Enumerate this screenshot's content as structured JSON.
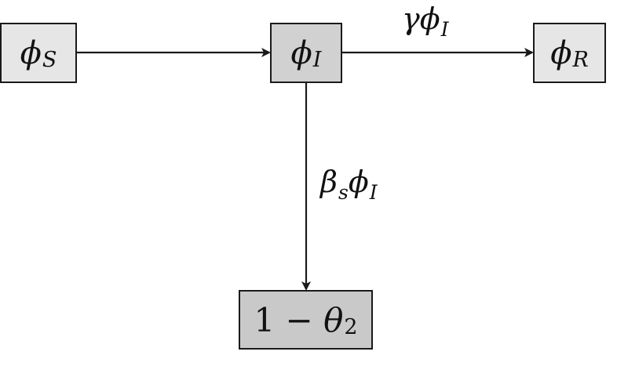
{
  "nodes": {
    "phi_s": {
      "symbol": "ϕ",
      "sub": "S"
    },
    "phi_i": {
      "symbol": "ϕ",
      "sub": "I"
    },
    "phi_r": {
      "symbol": "ϕ",
      "sub": "R"
    },
    "theta": {
      "lead": "1 − ",
      "symbol": "θ",
      "sub": "2"
    }
  },
  "edges": {
    "i_to_r": {
      "coef": "γ",
      "symbol": "ϕ",
      "sub": "I"
    },
    "i_to_theta": {
      "coef": "β",
      "coef_sub": "s",
      "symbol": "ϕ",
      "sub": "I"
    }
  },
  "colors": {
    "node_light": "#e6e6e6",
    "node_mid": "#d1d1d1",
    "node_dark": "#c9c9c9",
    "stroke": "#1a1a1a"
  }
}
